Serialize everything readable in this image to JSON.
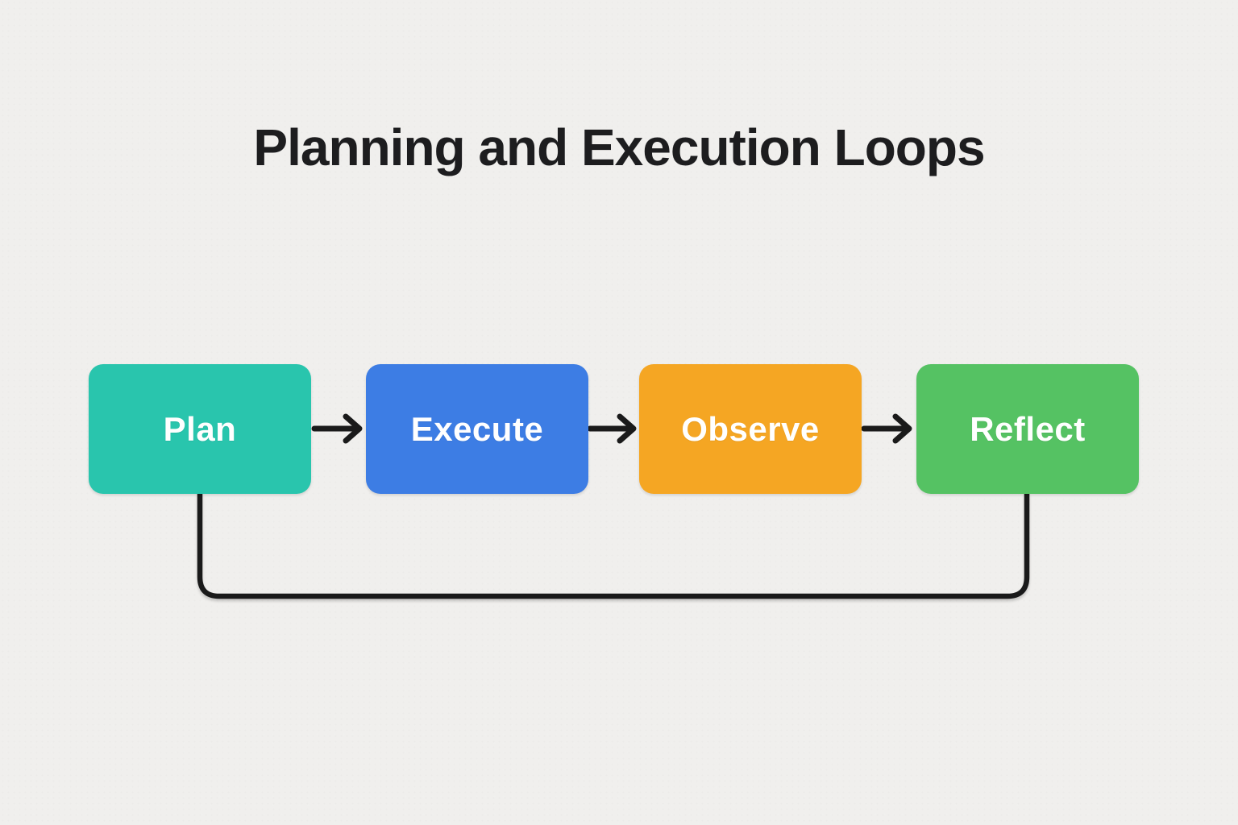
{
  "diagram": {
    "title": "Planning and Execution Loops",
    "background_color": "#f0efed",
    "line_color": "#1a1a1a",
    "title_color": "#1d1d1f",
    "label_text_color": "#ffffff",
    "steps": [
      {
        "label": "Plan",
        "color": "#29c5ad"
      },
      {
        "label": "Execute",
        "color": "#3d7de4"
      },
      {
        "label": "Observe",
        "color": "#f5a623"
      },
      {
        "label": "Reflect",
        "color": "#55c263"
      }
    ],
    "connections": [
      {
        "from": "Plan",
        "to": "Execute",
        "type": "arrow"
      },
      {
        "from": "Execute",
        "to": "Observe",
        "type": "arrow"
      },
      {
        "from": "Observe",
        "to": "Reflect",
        "type": "arrow"
      },
      {
        "from": "Reflect",
        "to": "Plan",
        "type": "feedback-loop"
      }
    ]
  }
}
